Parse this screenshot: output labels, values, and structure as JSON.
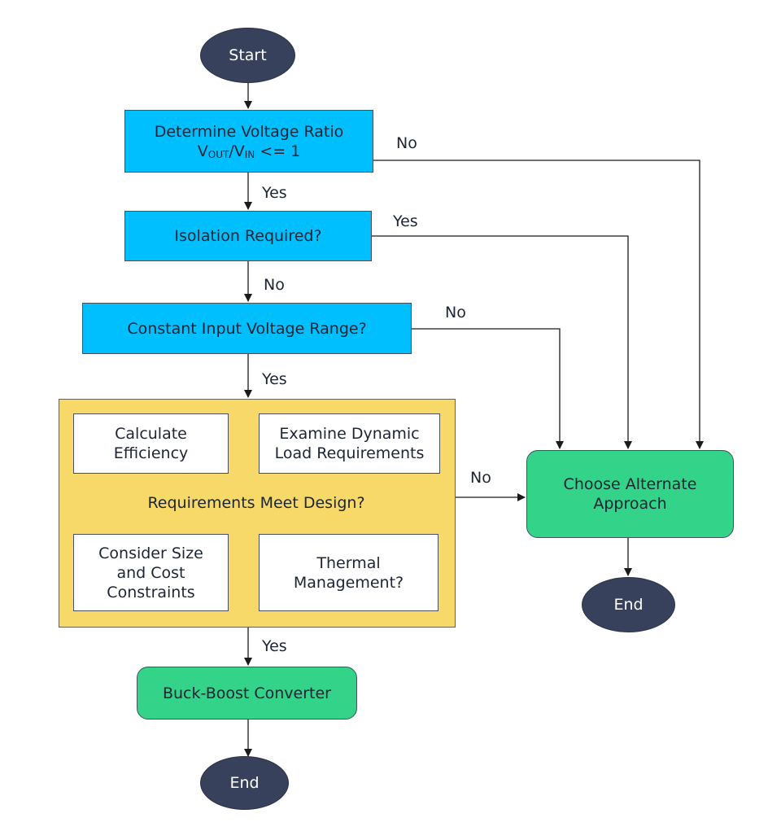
{
  "nodes": {
    "start": "Start",
    "ratio_title": "Determine Voltage Ratio",
    "ratio_v1": "V",
    "ratio_v1_sub": "OUT",
    "ratio_slash": "/",
    "ratio_v2": "V",
    "ratio_v2_sub": "IN",
    "ratio_cmp": " <= 1",
    "isolation": "Isolation Required?",
    "constant": "Constant Input Voltage Range?",
    "requirements": "Requirements Meet Design?",
    "calc_efficiency": "Calculate Efficiency",
    "dynamic_load": "Examine Dynamic Load Requirements",
    "size_cost": "Consider Size and Cost Constraints",
    "thermal": "Thermal Management?",
    "buck_boost": "Buck-Boost Converter",
    "alternate": "Choose Alternate Approach",
    "end_left": "End",
    "end_right": "End"
  },
  "edge_labels": {
    "ratio_yes": "Yes",
    "ratio_no": "No",
    "isolation_no": "No",
    "isolation_yes": "Yes",
    "constant_yes": "Yes",
    "constant_no": "No",
    "requirements_no": "No",
    "requirements_yes": "Yes"
  },
  "colors": {
    "decision": "#00bfff",
    "terminal": "#38415c",
    "process_panel": "#f7d96a",
    "result": "#34d38a"
  }
}
